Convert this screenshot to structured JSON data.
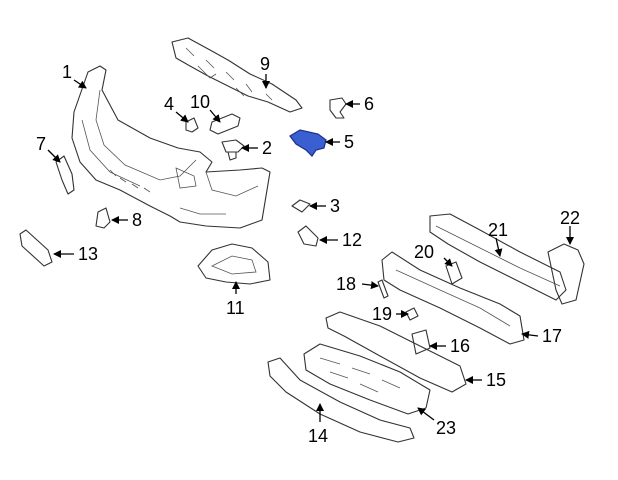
{
  "highlight_color": "#3a5fd0",
  "callouts": [
    {
      "id": "1",
      "label": "1"
    },
    {
      "id": "2",
      "label": "2"
    },
    {
      "id": "3",
      "label": "3"
    },
    {
      "id": "4",
      "label": "4"
    },
    {
      "id": "5",
      "label": "5"
    },
    {
      "id": "6",
      "label": "6"
    },
    {
      "id": "7",
      "label": "7"
    },
    {
      "id": "8",
      "label": "8"
    },
    {
      "id": "9",
      "label": "9"
    },
    {
      "id": "10",
      "label": "10"
    },
    {
      "id": "11",
      "label": "11"
    },
    {
      "id": "12",
      "label": "12"
    },
    {
      "id": "13",
      "label": "13"
    },
    {
      "id": "14",
      "label": "14"
    },
    {
      "id": "15",
      "label": "15"
    },
    {
      "id": "16",
      "label": "16"
    },
    {
      "id": "17",
      "label": "17"
    },
    {
      "id": "18",
      "label": "18"
    },
    {
      "id": "19",
      "label": "19"
    },
    {
      "id": "20",
      "label": "20"
    },
    {
      "id": "21",
      "label": "21"
    },
    {
      "id": "22",
      "label": "22"
    },
    {
      "id": "23",
      "label": "23"
    }
  ]
}
